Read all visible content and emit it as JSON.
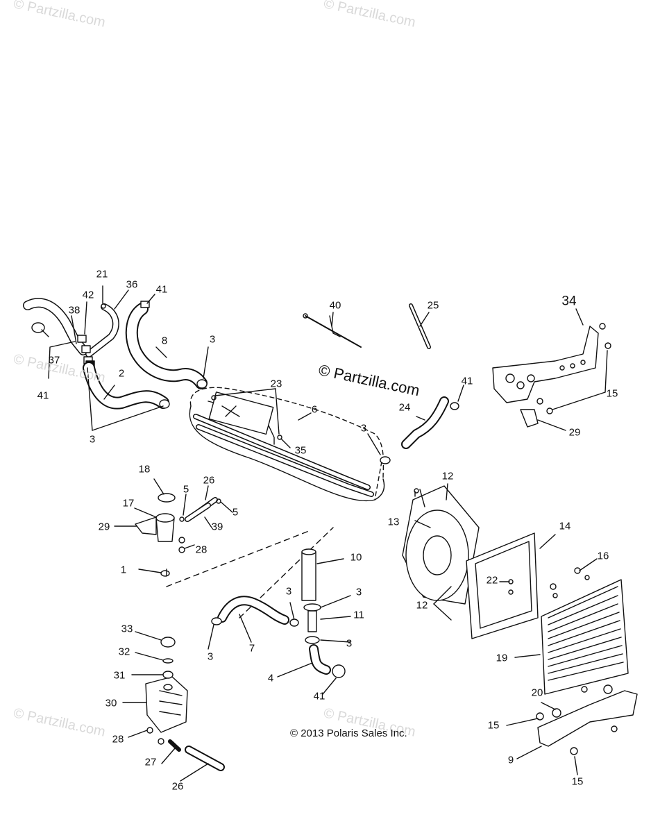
{
  "watermarks": {
    "text": "© Partzilla.com",
    "site": "© Partzilla.com"
  },
  "copyright": "© 2013 Polaris Sales Inc.",
  "callouts": [
    "21",
    "36",
    "41",
    "42",
    "38",
    "37",
    "41",
    "2",
    "8",
    "3",
    "3",
    "40",
    "25",
    "34",
    "15",
    "29",
    "23",
    "6",
    "35",
    "41",
    "24",
    "3",
    "18",
    "26",
    "17",
    "5",
    "5",
    "29",
    "39",
    "28",
    "1",
    "12",
    "13",
    "14",
    "16",
    "10",
    "22",
    "3",
    "3",
    "11",
    "12",
    "3",
    "3",
    "7",
    "33",
    "32",
    "31",
    "30",
    "28",
    "27",
    "26",
    "4",
    "41",
    "19",
    "20",
    "15",
    "9",
    "15",
    "3"
  ]
}
